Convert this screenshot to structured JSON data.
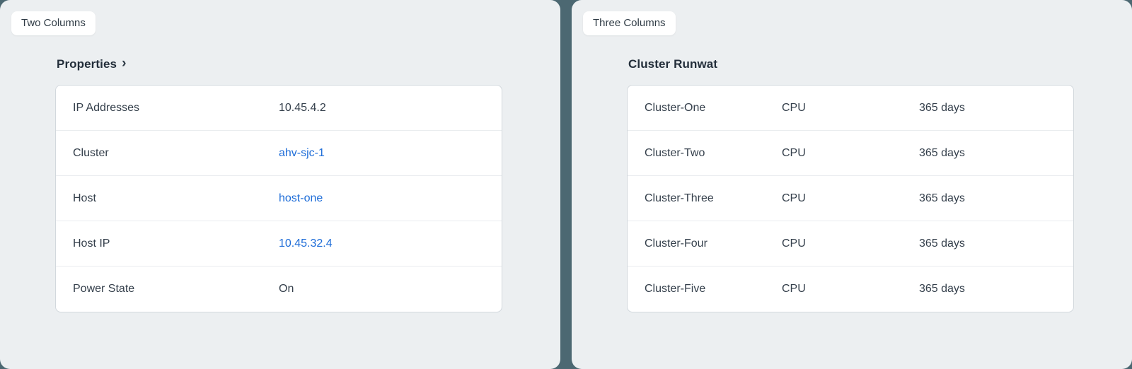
{
  "colors": {
    "page-bg": "#4c6872",
    "panel-bg": "#eceff1",
    "card-bg": "#ffffff",
    "card-border": "#d2d8dd",
    "row-divider": "#e9ecef",
    "text-primary": "#343f4b",
    "text-heading": "#232e3a",
    "link-blue": "#1e6dd8"
  },
  "left_panel": {
    "chip_label": "Two Columns",
    "heading": "Properties",
    "heading_chevron": "›",
    "rows": [
      {
        "label": "IP Addresses",
        "value": "10.45.4.2"
      },
      {
        "label": "Cluster",
        "value": "ahv-sjc-1"
      },
      {
        "label": "Host",
        "value": "host-one"
      },
      {
        "label": "Host IP",
        "value": "10.45.32.4"
      },
      {
        "label": "Power State",
        "value": "On"
      }
    ]
  },
  "right_panel": {
    "chip_label": "Three Columns",
    "heading": "Cluster Runwat",
    "rows": [
      {
        "name": "Cluster-One",
        "type": "CPU",
        "duration": "365 days"
      },
      {
        "name": "Cluster-Two",
        "type": "CPU",
        "duration": "365 days"
      },
      {
        "name": "Cluster-Three",
        "type": "CPU",
        "duration": "365 days"
      },
      {
        "name": "Cluster-Four",
        "type": "CPU",
        "duration": "365 days"
      },
      {
        "name": "Cluster-Five",
        "type": "CPU",
        "duration": "365 days"
      }
    ]
  }
}
